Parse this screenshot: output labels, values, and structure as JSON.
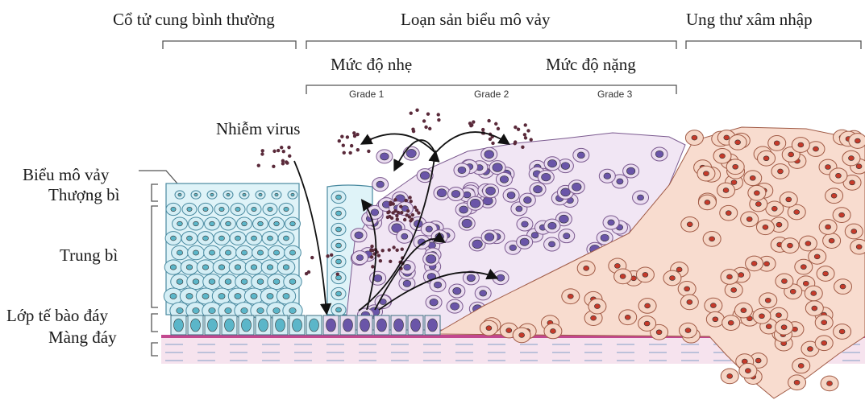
{
  "headers": {
    "normal": "Cổ tử cung bình thường",
    "dysplasia": "Loạn sản biểu mô vảy",
    "invasive": "Ung thư xâm nhập"
  },
  "severity": {
    "mild": "Mức độ nhẹ",
    "severe": "Mức độ nặng"
  },
  "grades": [
    "Grade 1",
    "Grade 2",
    "Grade 3"
  ],
  "virus_label": "Nhiễm virus",
  "layers": {
    "squamous": "Biểu mô vảy",
    "superficial": "Thượng bì",
    "intermediate": "Trung bì",
    "basal": "Lớp tế bào đáy",
    "membrane": "Màng đáy"
  },
  "colors": {
    "normal_cell": "#d4eef5",
    "normal_nucleus": "#5bb6c9",
    "dysplastic_cell": "#eadcf0",
    "dysplastic_nucleus": "#6a55a8",
    "cancer_cell": "#f6d6c6",
    "cancer_nucleus": "#c53a2a",
    "basement_membrane": "#c2488f",
    "stroma": "#f3dcea",
    "virus": "#5a2a3a"
  }
}
